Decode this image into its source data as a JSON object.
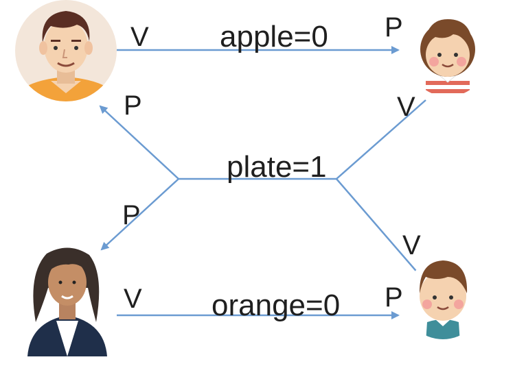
{
  "variables": {
    "apple": "apple=0",
    "plate": "plate=1",
    "orange": "orange=0"
  },
  "ops": {
    "v": "V",
    "p": "P"
  },
  "colors": {
    "arrow": "#6b9bd1",
    "text": "#1f1f1f",
    "skin": "#f5d2b0",
    "dad_shirt": "#f3a23a",
    "mom_jacket": "#1f2f4a",
    "daughter_stripes": "#e26a5a",
    "son_shirt": "#3f8e9a"
  },
  "actors": [
    {
      "name": "father",
      "icon": "man-avatar"
    },
    {
      "name": "mother",
      "icon": "woman-avatar"
    },
    {
      "name": "daughter",
      "icon": "girl-avatar"
    },
    {
      "name": "son",
      "icon": "boy-avatar"
    }
  ]
}
